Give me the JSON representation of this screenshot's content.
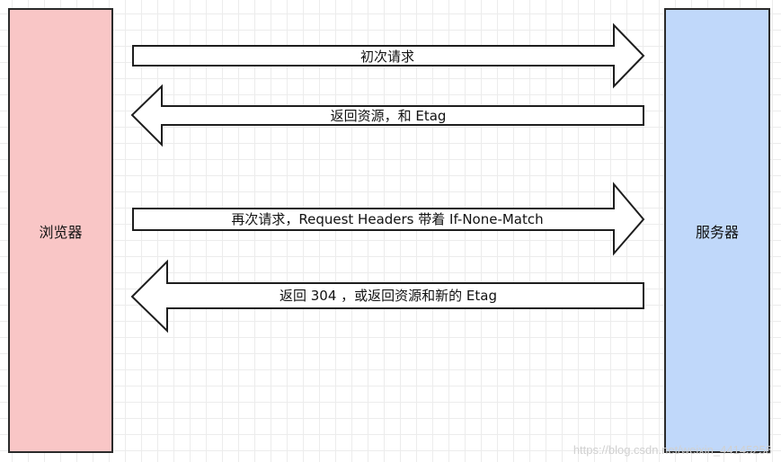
{
  "nodes": {
    "browser": {
      "label": "浏览器",
      "color": "#f9c6c6"
    },
    "server": {
      "label": "服务器",
      "color": "#c0d8fa"
    }
  },
  "edges": [
    {
      "from": "browser",
      "to": "server",
      "label": "初次请求"
    },
    {
      "from": "server",
      "to": "browser",
      "label": "返回资源，和 Etag"
    },
    {
      "from": "browser",
      "to": "server",
      "label": "再次请求，Request Headers 带着 If-None-Match"
    },
    {
      "from": "server",
      "to": "browser",
      "label": "返回 304 ，或返回资源和新的 Etag"
    }
  ],
  "watermark": "https://blog.csdn.net/weixin_44145258"
}
